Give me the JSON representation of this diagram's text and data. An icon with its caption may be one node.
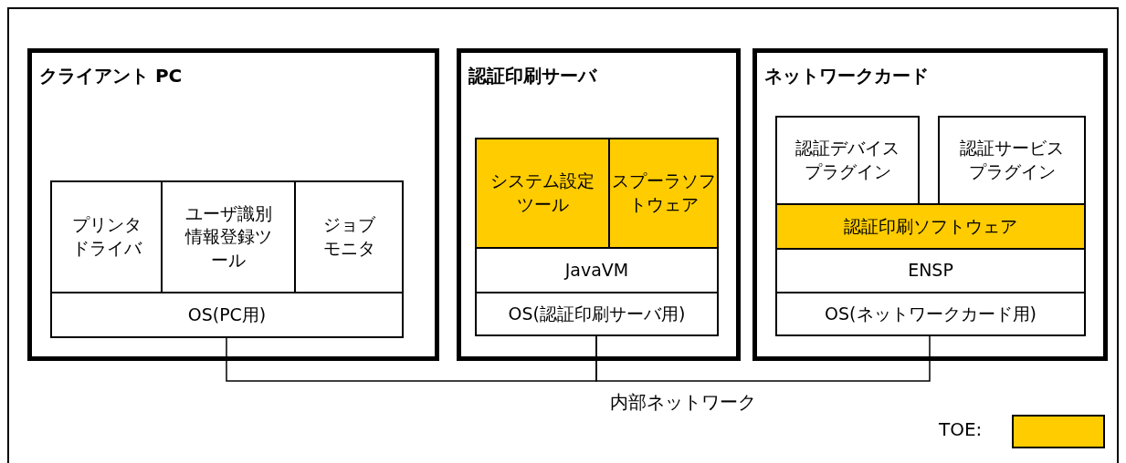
{
  "diagram": {
    "nodes": [
      {
        "text": [
          "クライアント PC"
        ]
      },
      {
        "text": [
          "プリンタドライバ"
        ],
        "in": 0
      },
      {
        "text": [
          "ユーザ識別情報登録ツール"
        ],
        "in": 0
      },
      {
        "text": [
          "ジョブモニタ"
        ],
        "in": 0
      },
      {
        "text": [
          "OS(PC用)"
        ],
        "in": 0
      },
      {
        "text": [
          "認証印刷サーバ"
        ]
      },
      {
        "text": [
          "システム設定ツール"
        ],
        "in": 5
      },
      {
        "text": [
          "スプーラソフトウェア"
        ],
        "in": 5
      },
      {
        "text": [
          "JavaVM"
        ],
        "in": 5
      },
      {
        "text": [
          "OS(認証印刷サーバ用)"
        ],
        "in": 5
      },
      {
        "text": [
          "ネットワークカード"
        ]
      },
      {
        "text": [
          "認証デバイスプラグイン"
        ],
        "in": 10
      },
      {
        "text": [
          "認証サービスプラグイン"
        ],
        "in": 10
      },
      {
        "text": [
          "認証印刷ソフトウェア"
        ],
        "in": 10
      },
      {
        "text": [
          "ENSP"
        ],
        "in": 10
      },
      {
        "text": [
          "OS(ネットワークカード用)"
        ],
        "in": 10
      }
    ],
    "edges": [
      {
        "from": 4,
        "to": 9,
        "arrow": "none"
      },
      {
        "from": 9,
        "to": 15,
        "arrow": "none"
      }
    ],
    "labels": [
      "内部ネットワーク"
    ],
    "legend": [
      {
        "text": "TOE:",
        "color": "#ffcc00"
      }
    ]
  }
}
